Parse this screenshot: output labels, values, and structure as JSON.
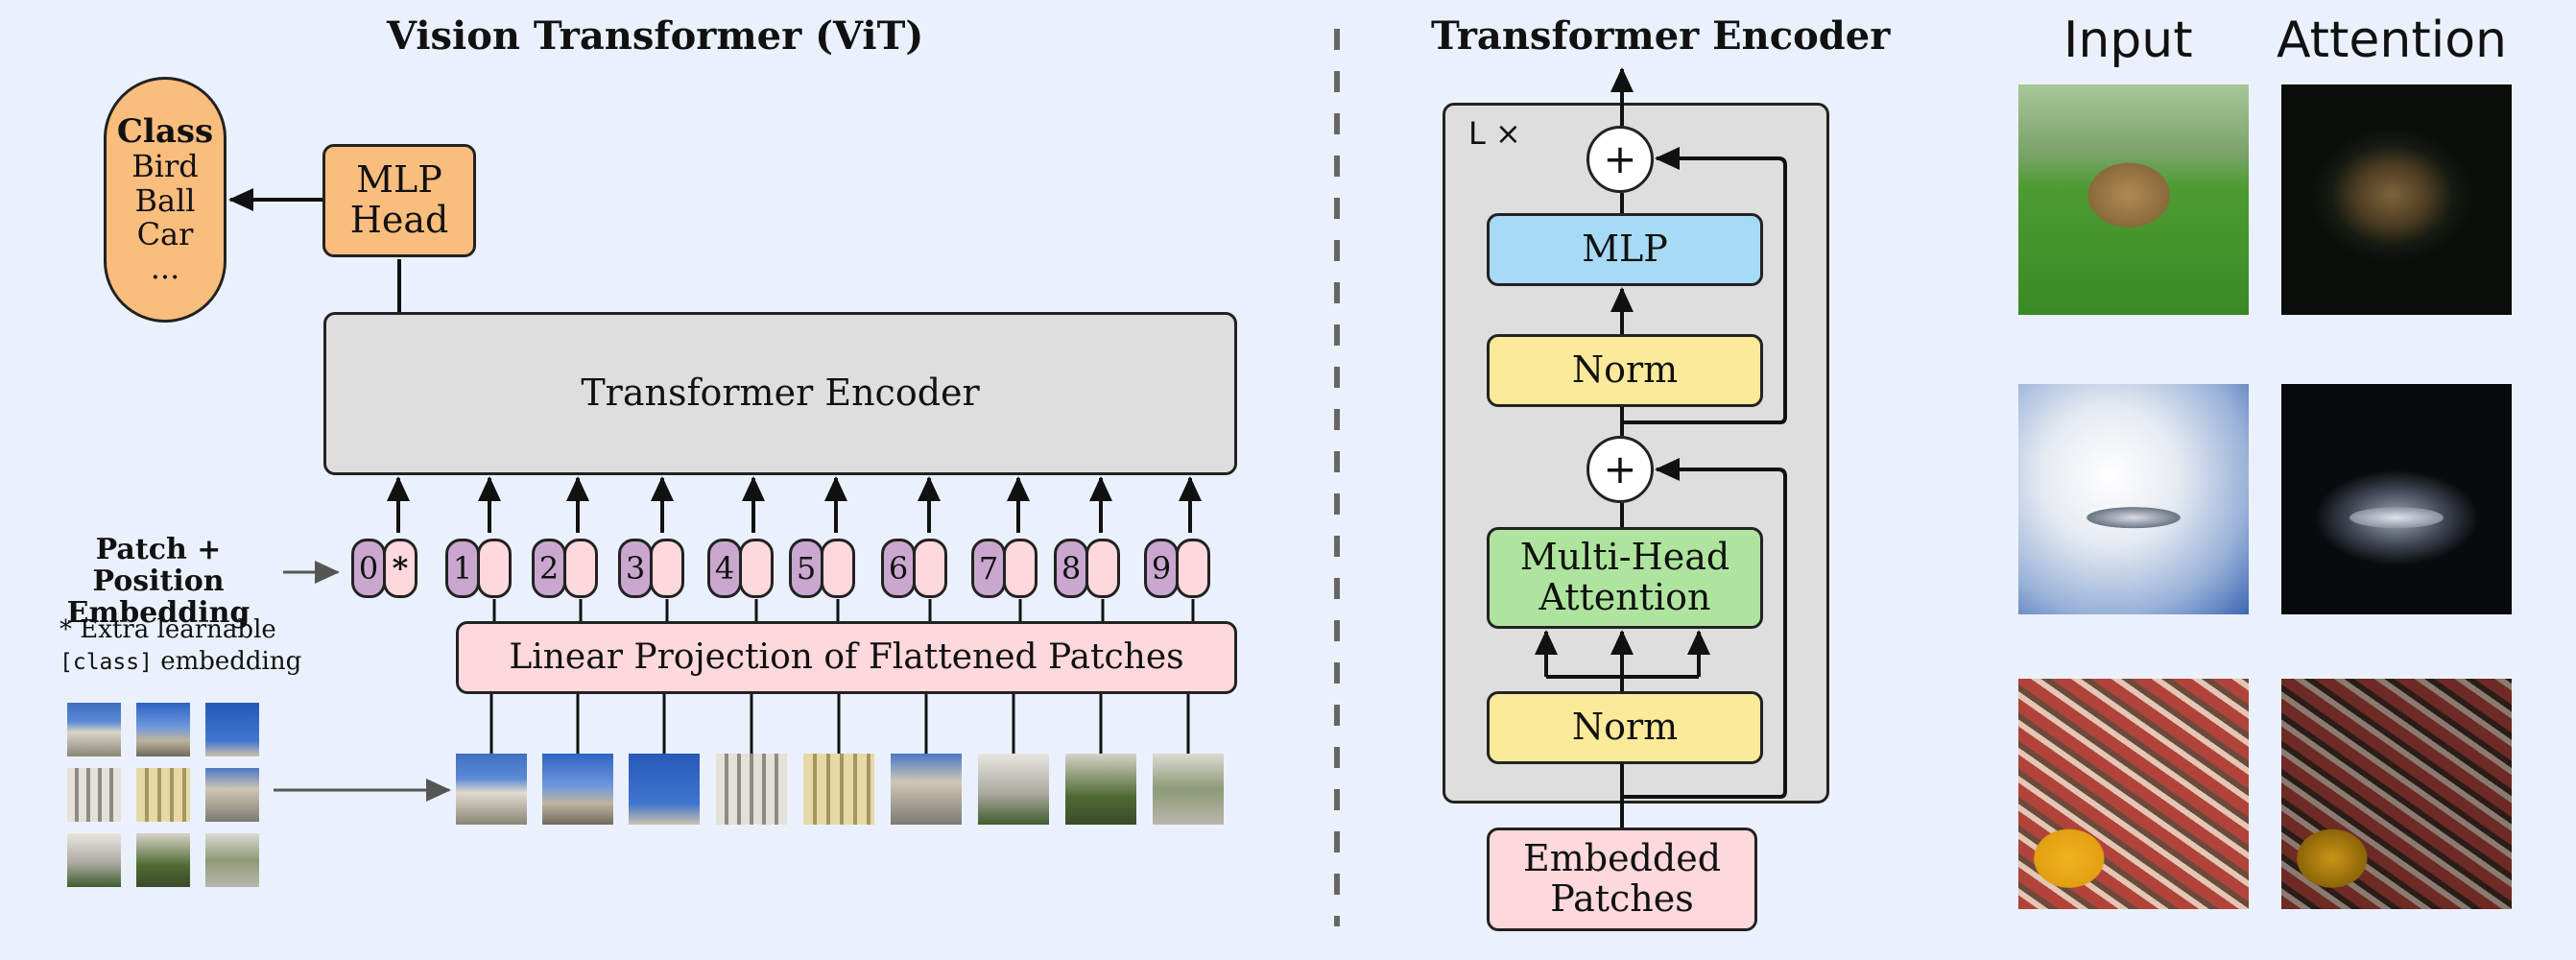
{
  "vit": {
    "title": "Vision Transformer (ViT)",
    "class_box": {
      "title": "Class",
      "items": [
        "Bird",
        "Ball",
        "Car",
        "..."
      ]
    },
    "mlp_head": [
      "MLP",
      "Head"
    ],
    "encoder_label": "Transformer Encoder",
    "patch_pos_label": [
      "Patch + Position",
      "Embedding"
    ],
    "extra_note_1": "* Extra learnable",
    "extra_note_2a": "[class]",
    "extra_note_2b": " embedding",
    "linear_projection": "Linear Projection of Flattened Patches",
    "token_numbers": [
      "0",
      "1",
      "2",
      "3",
      "4",
      "5",
      "6",
      "7",
      "8",
      "9"
    ],
    "class_token_star": "*"
  },
  "encoder": {
    "title": "Transformer Encoder",
    "repeat": "L ×",
    "mlp": "MLP",
    "norm_top": "Norm",
    "mha": [
      "Multi-Head",
      "Attention"
    ],
    "norm_bottom": "Norm",
    "embedded": [
      "Embedded",
      "Patches"
    ],
    "plus": "+"
  },
  "attention_panel": {
    "input_header": "Input",
    "attention_header": "Attention"
  },
  "colors": {
    "background": "#ebf1fc",
    "class_box": "#f9bd7e",
    "mlp_head": "#f9bd7e",
    "encoder_box": "#dedede",
    "token_purple": "#c9a7cf",
    "token_pink": "#fdd8dc",
    "mlp_blue": "#a6daf5",
    "norm_yellow": "#fbea9a",
    "mha_green": "#aee49e",
    "embedded_pink": "#fdd8dc"
  }
}
